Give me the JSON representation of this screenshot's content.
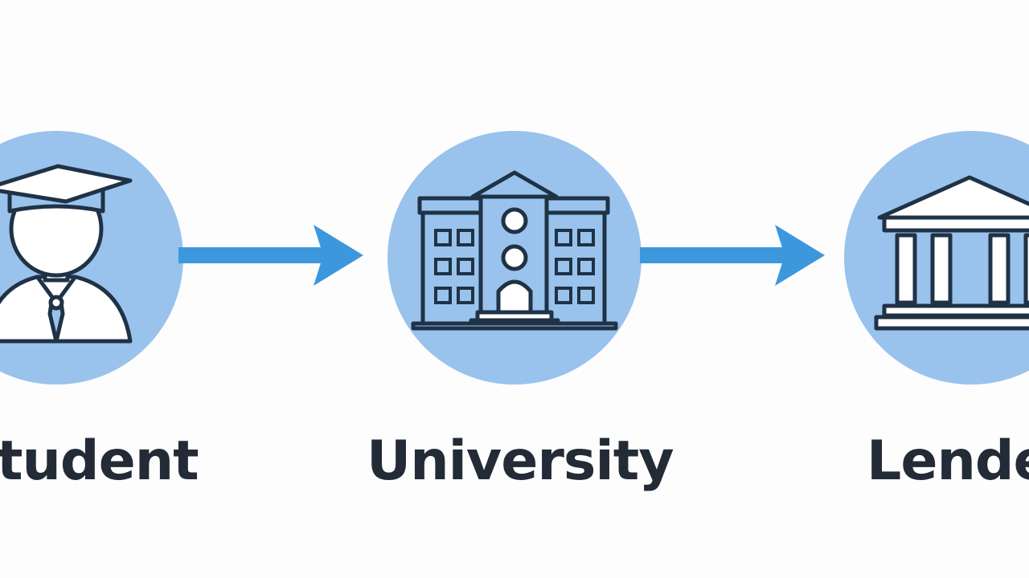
{
  "colors": {
    "circle_fill": "#99c3ec",
    "arrow": "#3d97dd",
    "icon_stroke": "#1f3246",
    "icon_fill": "#ffffff",
    "text": "#232b36"
  },
  "nodes": [
    {
      "label": "tudent",
      "icon": "student-icon"
    },
    {
      "label": "University",
      "icon": "university-building-icon"
    },
    {
      "label": "Lende",
      "icon": "bank-building-icon"
    }
  ],
  "arrows": [
    {
      "from": "Student",
      "to": "University"
    },
    {
      "from": "University",
      "to": "Lender"
    }
  ]
}
